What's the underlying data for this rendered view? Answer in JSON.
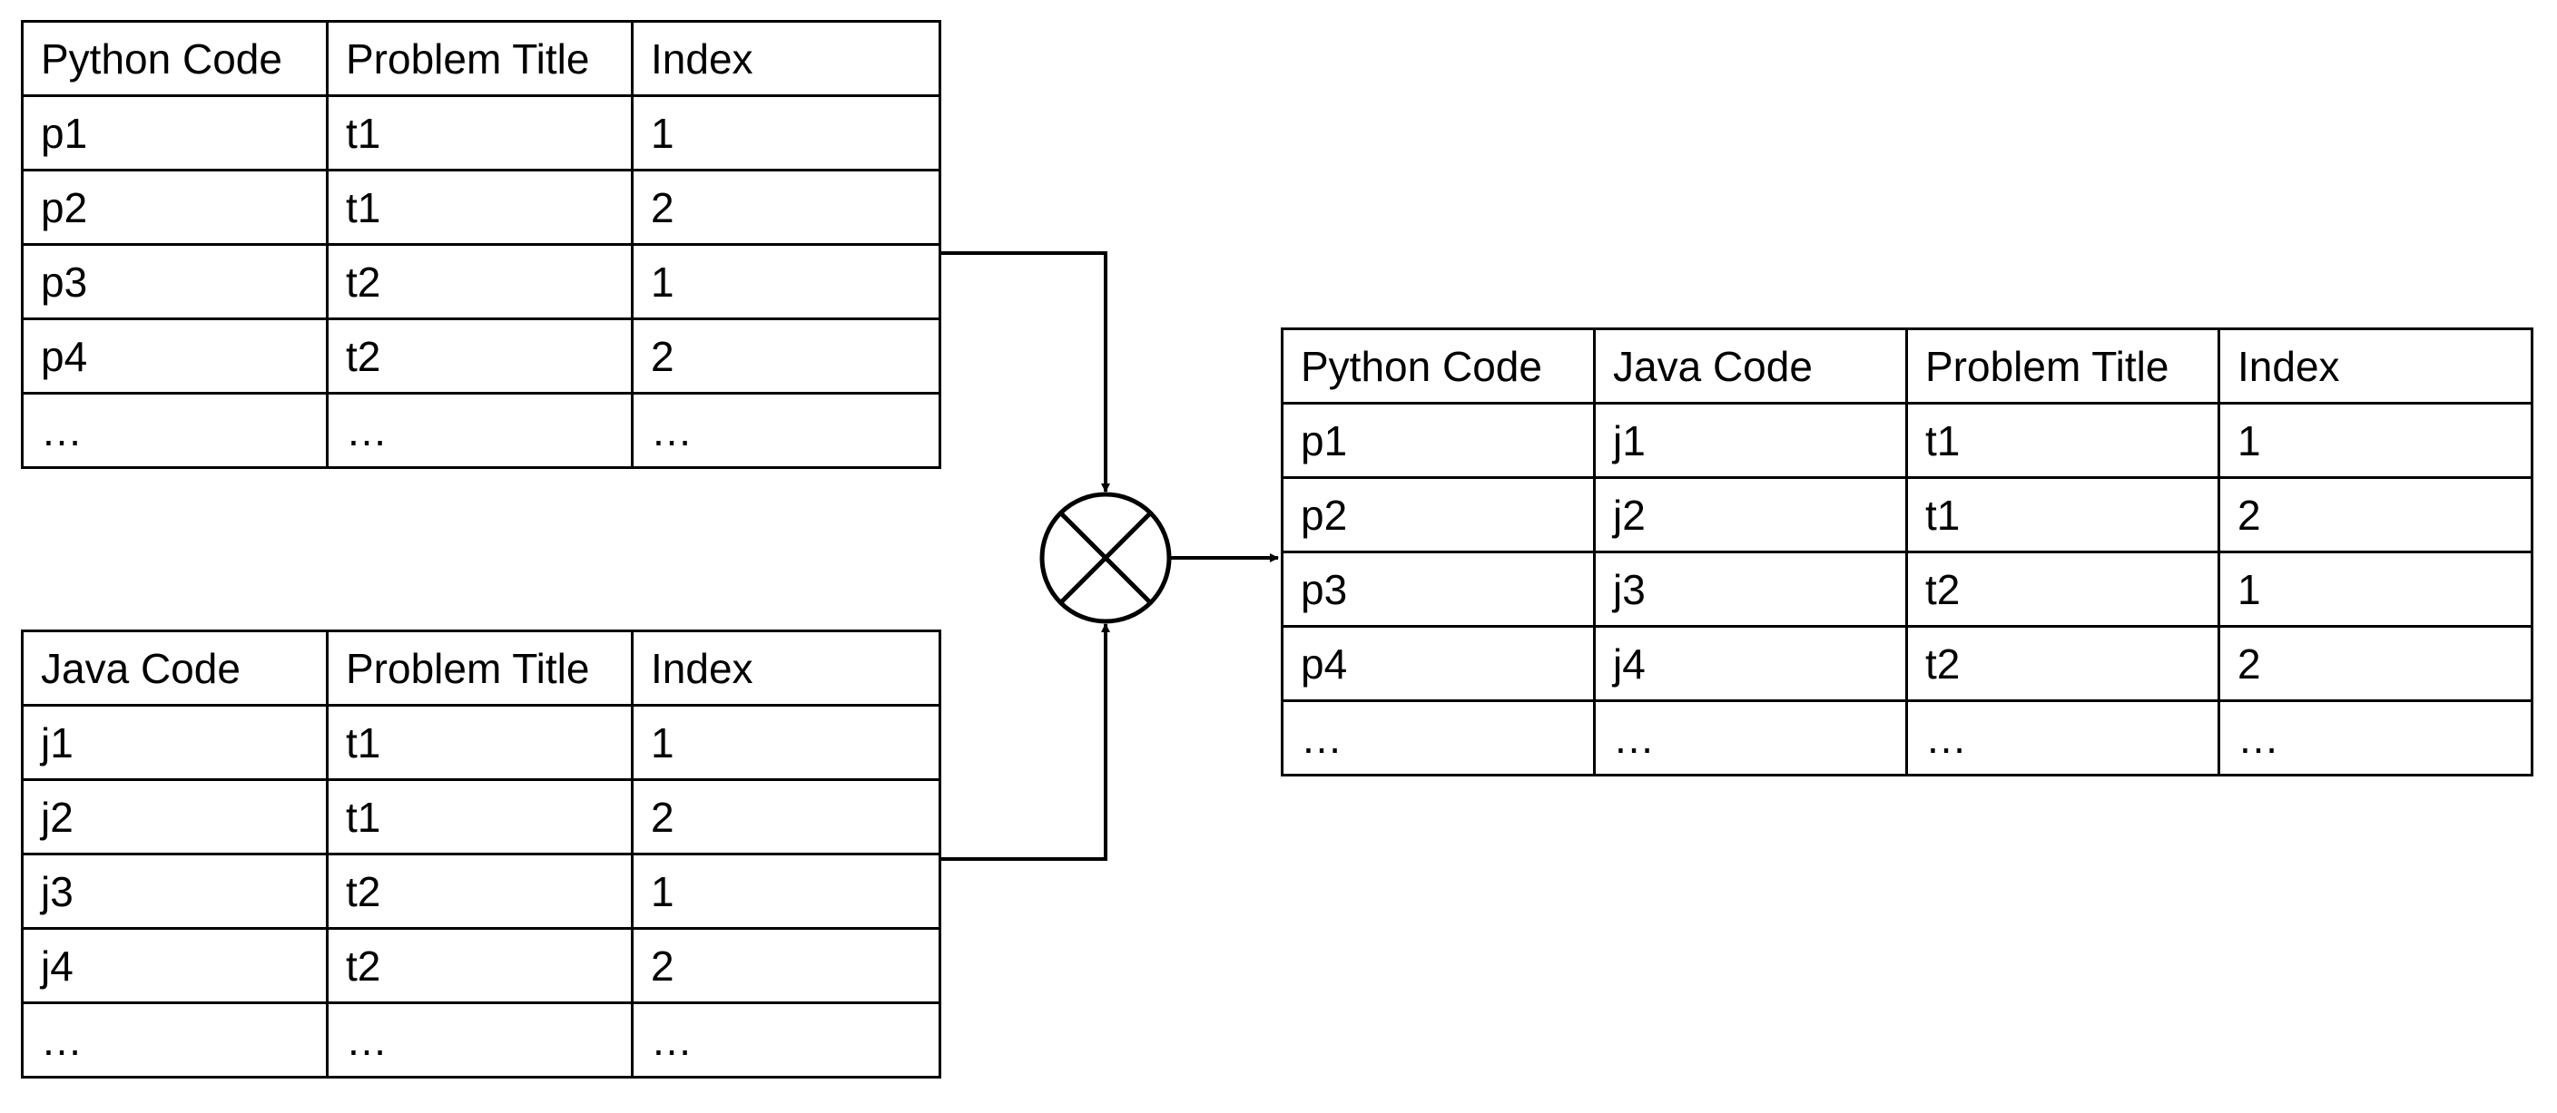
{
  "python_table": {
    "headers": [
      "Python Code",
      "Problem Title",
      "Index"
    ],
    "rows": [
      [
        "p1",
        "t1",
        "1"
      ],
      [
        "p2",
        "t1",
        "2"
      ],
      [
        "p3",
        "t2",
        "1"
      ],
      [
        "p4",
        "t2",
        "2"
      ],
      [
        "…",
        "…",
        "…"
      ]
    ]
  },
  "java_table": {
    "headers": [
      "Java Code",
      "Problem Title",
      "Index"
    ],
    "rows": [
      [
        "j1",
        "t1",
        "1"
      ],
      [
        "j2",
        "t1",
        "2"
      ],
      [
        "j3",
        "t2",
        "1"
      ],
      [
        "j4",
        "t2",
        "2"
      ],
      [
        "…",
        "…",
        "…"
      ]
    ]
  },
  "merged_table": {
    "headers": [
      "Python Code",
      "Java Code",
      "Problem Title",
      "Index"
    ],
    "rows": [
      [
        "p1",
        "j1",
        "t1",
        "1"
      ],
      [
        "p2",
        "j2",
        "t1",
        "2"
      ],
      [
        "p3",
        "j3",
        "t2",
        "1"
      ],
      [
        "p4",
        "j4",
        "t2",
        "2"
      ],
      [
        "…",
        "…",
        "…",
        "…"
      ]
    ]
  },
  "join_symbol": {
    "icon": "circled-times-icon",
    "stroke_color": "#000000"
  }
}
